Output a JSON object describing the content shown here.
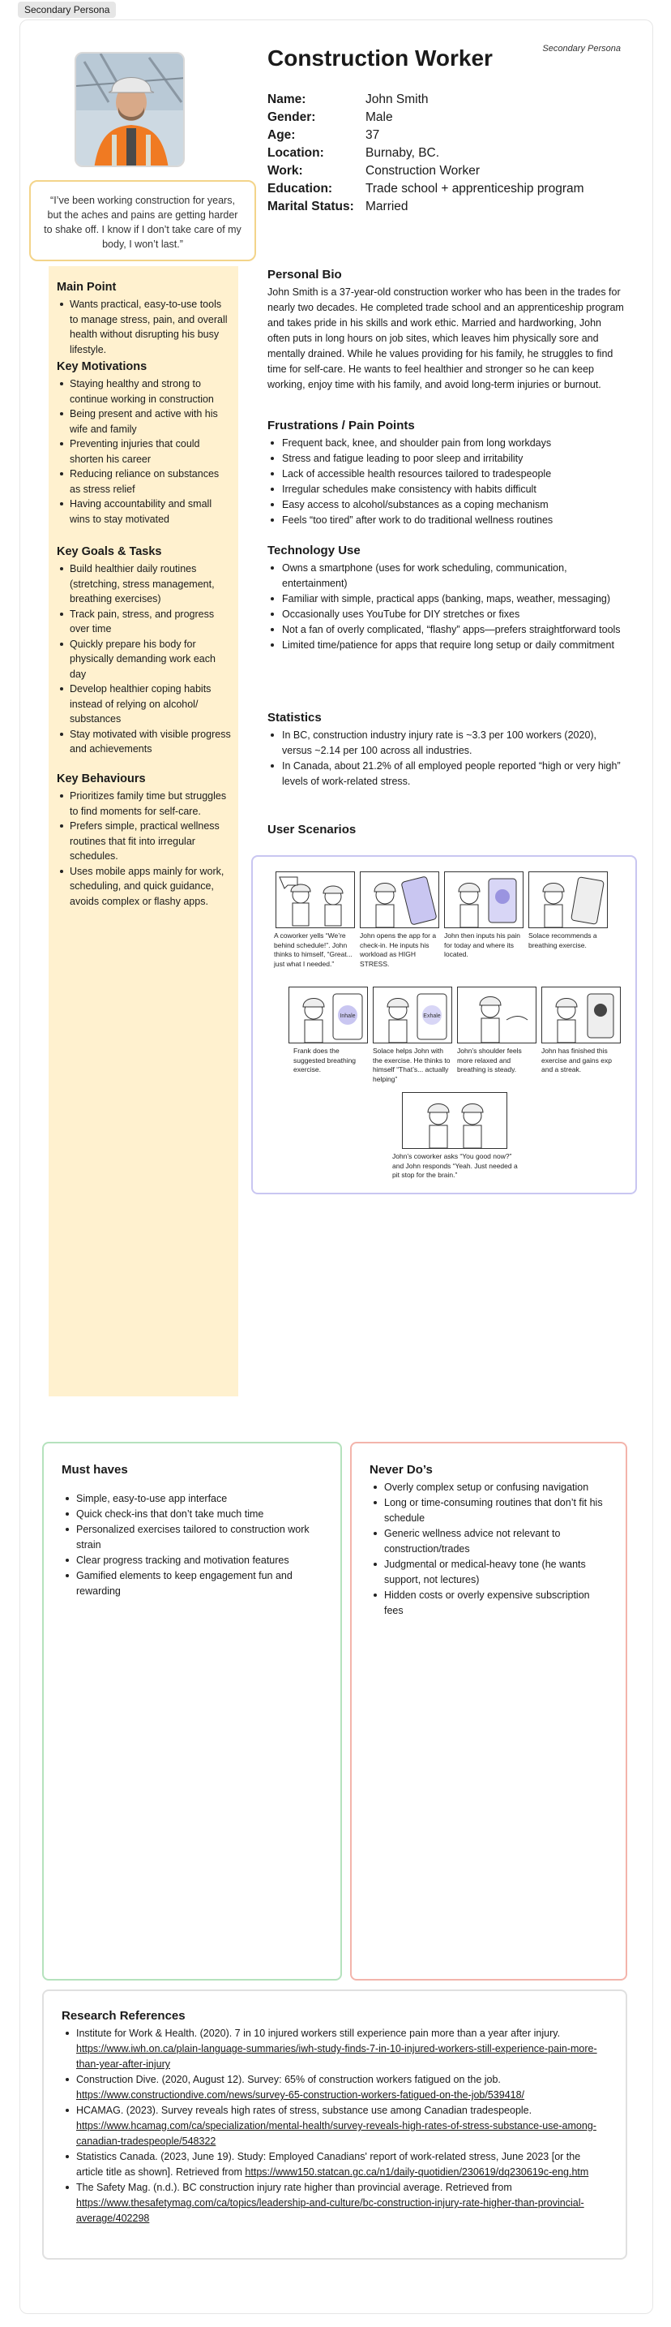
{
  "tab_label": "Secondary Persona",
  "persona_tag": "Secondary Persona",
  "title": "Construction Worker",
  "quote": "“I’ve been working construction for years, but the aches and pains are getting harder to shake off. I know if I don’t take care of my body, I won’t last.”",
  "facts": [
    {
      "key": "Name:",
      "value": "John Smith"
    },
    {
      "key": "Gender:",
      "value": "Male"
    },
    {
      "key": "Age:",
      "value": "37"
    },
    {
      "key": "Location:",
      "value": "Burnaby, BC."
    },
    {
      "key": "Work:",
      "value": "Construction Worker"
    },
    {
      "key": "Education:",
      "value": "Trade school + apprenticeship program"
    },
    {
      "key": "Marital Status:",
      "value": "Married"
    }
  ],
  "main_point": {
    "title": "Main Point",
    "items": [
      "Wants practical, easy-to-use tools to manage stress, pain, and overall health without disrupting his busy lifestyle."
    ]
  },
  "motivations": {
    "title": "Key Motivations",
    "items": [
      "Staying healthy and strong to continue working in construction",
      "Being present and active with his wife and family",
      "Preventing injuries that could shorten his career",
      "Reducing reliance on substances as stress relief",
      "Having accountability and small wins to stay motivated"
    ]
  },
  "goals": {
    "title": "Key Goals  & Tasks",
    "items": [
      "Build healthier daily routines (stretching, stress management, breathing exercises)",
      "Track pain, stress, and progress over time",
      "Quickly prepare his body for physically demanding work each day",
      "Develop healthier coping habits instead of relying on alcohol/ substances",
      "Stay motivated with visible progress and achievements"
    ]
  },
  "behaviours": {
    "title": "Key Behaviours",
    "items": [
      "Prioritizes family time but struggles to find moments for self-care.",
      "Prefers simple, practical wellness routines that fit into irregular schedules.",
      "Uses mobile apps mainly for work, scheduling, and quick guidance, avoids complex or flashy apps."
    ]
  },
  "bio": {
    "title": "Personal Bio",
    "text": "John Smith is a 37-year-old construction worker who has been in the trades for nearly two decades. He completed trade school and an apprenticeship program and takes pride in his skills and work ethic. Married and hardworking, John often puts in long hours on job sites, which leaves him physically sore and mentally drained. While he values providing for his family, he struggles to find time for self-care. He wants to feel healthier and stronger so he can keep working, enjoy time with his family, and avoid long-term injuries or burnout."
  },
  "frustrations": {
    "title": "Frustrations / Pain Points",
    "items": [
      "Frequent back, knee, and shoulder pain from long workdays",
      "Stress and fatigue leading to poor sleep and irritability",
      "Lack of accessible health resources tailored to tradespeople",
      "Irregular schedules make consistency with habits difficult",
      "Easy access to alcohol/substances as a coping mechanism",
      "Feels “too tired” after work to do traditional wellness routines"
    ]
  },
  "technology": {
    "title": "Technology Use",
    "items": [
      "Owns a smartphone (uses for work scheduling, communication, entertainment)",
      "Familiar with simple, practical apps (banking, maps, weather, messaging)",
      "Occasionally uses YouTube for DIY stretches or fixes",
      "Not a fan of overly complicated, “flashy” apps—prefers straightforward tools",
      "Limited time/patience for apps that require long setup or daily commitment"
    ]
  },
  "statistics": {
    "title": "Statistics",
    "items": [
      "In BC, construction industry injury rate is ~3.3 per 100 workers (2020), versus ~2.14 per 100 across all industries.",
      "In Canada, about 21.2% of all employed people reported “high or very high” levels of work-related stress."
    ]
  },
  "scenarios": {
    "title": "User Scenarios",
    "panel_text": {
      "inhale": "Inhale",
      "exhale": "Exhale"
    },
    "captions": [
      "A coworker yells “We’re behind schedule!”. John thinks to himself, “Great... just what I needed.”",
      "John opens the app for a check-in. He inputs his workload as HIGH STRESS.",
      "John then inputs his pain for today and where its located.",
      "Solace recommends a breathing exercise.",
      "Frank does the suggested breathing exercise.",
      "Solace helps John with the exercise. He thinks to himself “That’s... actually helping”",
      "John’s shoulder feels more relaxed and breathing is steady.",
      "John has finished this exercise and gains exp and a streak.",
      "John’s coworker asks “You good now?” and John responds “Yeah. Just needed a pit stop for the brain.”"
    ]
  },
  "must_haves": {
    "title": "Must haves",
    "items": [
      "Simple, easy-to-use app interface",
      "Quick check-ins that don’t take much time",
      "Personalized exercises tailored to construction work strain",
      "Clear progress tracking and motivation features",
      "Gamified elements to keep engagement fun and rewarding"
    ]
  },
  "never_dos": {
    "title": "Never Do’s",
    "items": [
      "Overly complex setup or confusing navigation",
      "Long or time-consuming routines that don’t fit his schedule",
      "Generic wellness advice not relevant to construction/trades",
      "Judgmental or medical-heavy tone (he wants support, not lectures)",
      "Hidden costs or overly expensive subscription fees"
    ]
  },
  "references": {
    "title": "Research References",
    "items": [
      {
        "text": "Institute for Work & Health. (2020). 7 in 10 injured workers still experience pain more than a year after injury. ",
        "link": "https://www.iwh.on.ca/plain-language-summaries/iwh-study-finds-7-in-10-injured-workers-still-experience-pain-more-than-year-after-injury"
      },
      {
        "text": "Construction Dive. (2020, August 12). Survey: 65% of construction workers fatigued on the job. ",
        "link": "https://www.constructiondive.com/news/survey-65-construction-workers-fatigued-on-the-job/539418/"
      },
      {
        "text": "HCAMAG. (2023). Survey reveals high rates of stress, substance use among Canadian tradespeople. ",
        "link": "https://www.hcamag.com/ca/specialization/mental-health/survey-reveals-high-rates-of-stress-substance-use-among-canadian-tradespeople/548322"
      },
      {
        "text": "Statistics Canada. (2023, June 19). Study: Employed Canadians' report of work-related stress, June 2023 [or the article title as shown]. Retrieved from ",
        "link": "https://www150.statcan.gc.ca/n1/daily-quotidien/230619/dq230619c-eng.htm"
      },
      {
        "text": "The Safety Mag. (n.d.). BC construction injury rate higher than provincial average. Retrieved from ",
        "link": "https://www.thesafetymag.com/ca/topics/leadership-and-culture/bc-construction-injury-rate-higher-than-provincial-average/402298"
      }
    ]
  },
  "colors": {
    "sidebar": "#fff1cf",
    "quote_border": "#f3d48a",
    "scenario_border": "#c9c6f1",
    "must_border": "#b5e2bd",
    "never_border": "#f3b4ab",
    "vest": "#f07a22",
    "hard_hat": "#e8e8e8"
  },
  "icons": [
    "worker-photo",
    "speech-bubble-icon",
    "phone-icon",
    "book-icon",
    "trophy-icon"
  ]
}
